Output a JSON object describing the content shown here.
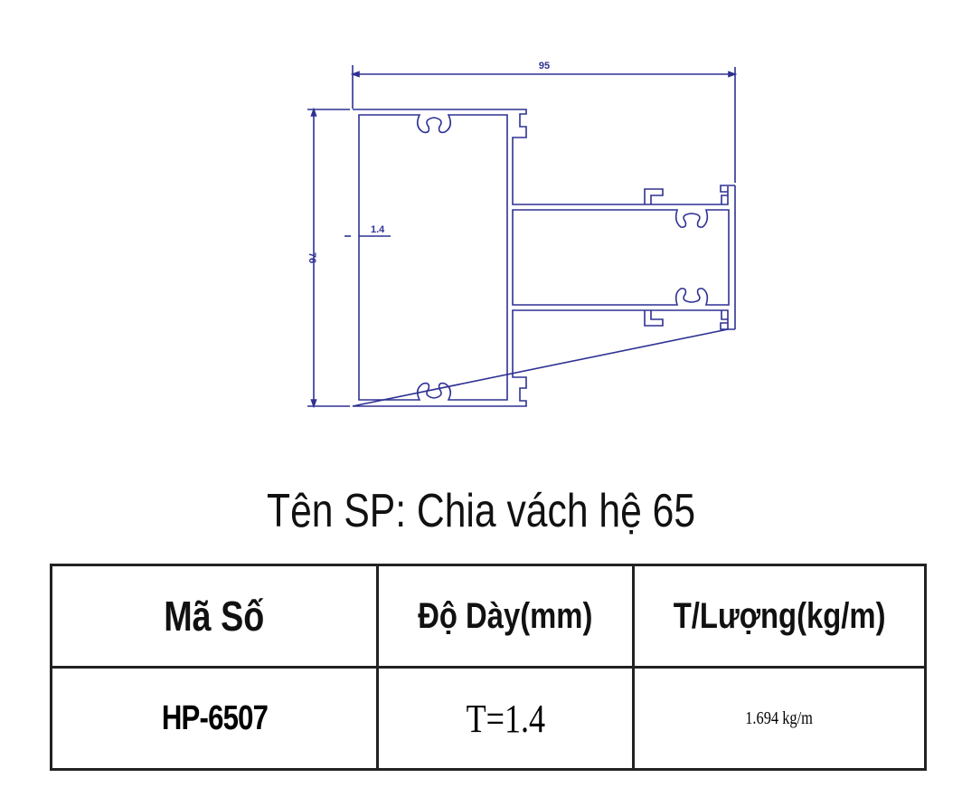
{
  "drawing": {
    "dim_width": "95",
    "dim_height": "76",
    "dim_thickness": "1.4",
    "line_color": "#2e3192"
  },
  "title": "Tên SP: Chia vách hệ 65",
  "table": {
    "headers": [
      "Mã Số",
      "Độ Dày(mm)",
      "T/Lượng(kg/m)"
    ],
    "rows": [
      [
        "HP-6507",
        "T=1.4",
        "1.694 kg/m"
      ]
    ]
  }
}
